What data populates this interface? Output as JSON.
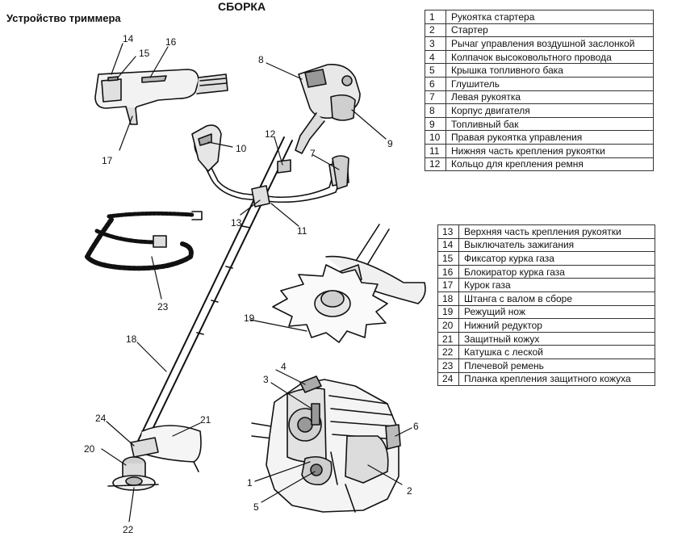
{
  "headings": {
    "assembly": "СБОРКА",
    "device": "Устройство триммера"
  },
  "legend_top": [
    {
      "num": "1",
      "text": "Рукоятка стартера"
    },
    {
      "num": "2",
      "text": "Стартер"
    },
    {
      "num": "3",
      "text": "Рычаг управления воздушной заслонкой"
    },
    {
      "num": "4",
      "text": "Колпачок высоковольтного провода"
    },
    {
      "num": "5",
      "text": "Крышка топливного бака"
    },
    {
      "num": "6",
      "text": "Глушитель"
    },
    {
      "num": "7",
      "text": "Левая рукоятка"
    },
    {
      "num": "8",
      "text": "Корпус двигателя"
    },
    {
      "num": "9",
      "text": "Топливный бак"
    },
    {
      "num": "10",
      "text": "Правая рукоятка управления"
    },
    {
      "num": "11",
      "text": "Нижняя часть крепления рукоятки"
    },
    {
      "num": "12",
      "text": "Кольцо для крепления ремня"
    }
  ],
  "legend_bottom": [
    {
      "num": "13",
      "text": "Верхняя часть крепления рукоятки"
    },
    {
      "num": "14",
      "text": "Выключатель зажигания"
    },
    {
      "num": "15",
      "text": "Фиксатор курка газа"
    },
    {
      "num": "16",
      "text": "Блокиратор курка газа"
    },
    {
      "num": "17",
      "text": "Курок газа"
    },
    {
      "num": "18",
      "text": "Штанга с валом в сборе"
    },
    {
      "num": "19",
      "text": "Режущий нож"
    },
    {
      "num": "20",
      "text": "Нижний редуктор"
    },
    {
      "num": "21",
      "text": "Защитный кожух"
    },
    {
      "num": "22",
      "text": "Катушка с леской"
    },
    {
      "num": "23",
      "text": "Плечевой ремень"
    },
    {
      "num": "24",
      "text": "Планка крепления защитного кожуха"
    }
  ],
  "callouts": {
    "c1": "1",
    "c2": "2",
    "c3": "3",
    "c4": "4",
    "c5": "5",
    "c6": "6",
    "c7": "7",
    "c8": "8",
    "c9": "9",
    "c10": "10",
    "c11": "11",
    "c12": "12",
    "c13": "13",
    "c14": "14",
    "c15": "15",
    "c16": "16",
    "c17": "17",
    "c18": "18",
    "c19": "19",
    "c20": "20",
    "c21": "21",
    "c22": "22",
    "c23": "23",
    "c24": "24"
  }
}
